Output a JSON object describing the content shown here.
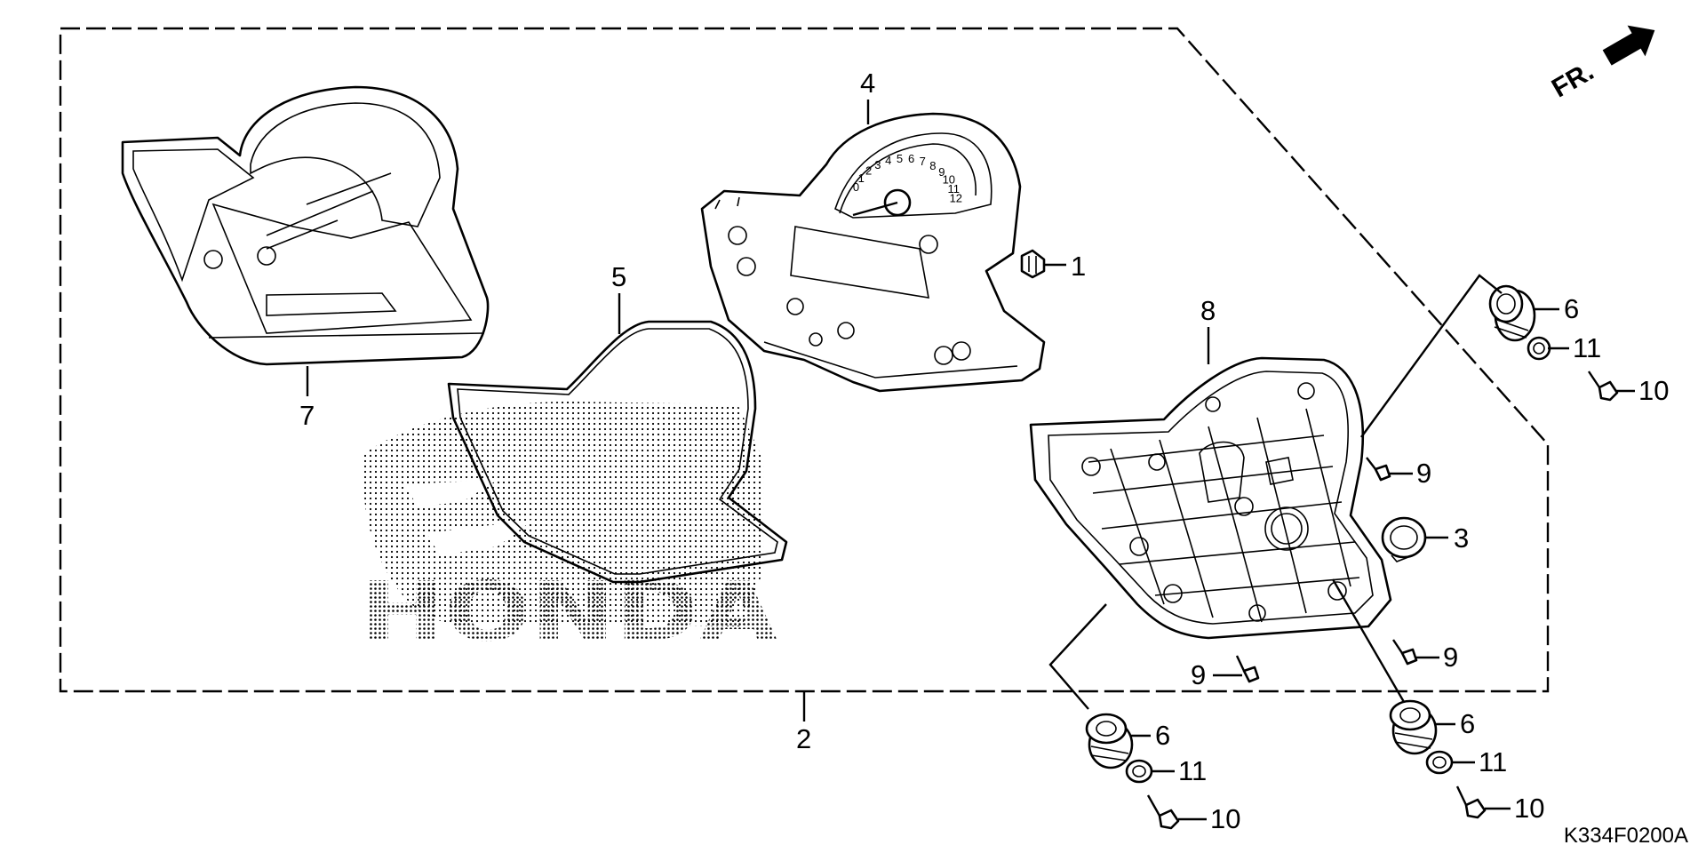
{
  "diagram": {
    "drawing_code": "K334F0200A",
    "direction_arrow": "FR.",
    "watermark": "HONDA",
    "callouts": {
      "p1": "1",
      "p2": "2",
      "p3": "3",
      "p4": "4",
      "p5": "5",
      "p6a": "6",
      "p6b": "6",
      "p6c": "6",
      "p7": "7",
      "p8": "8",
      "p9a": "9",
      "p9b": "9",
      "p9c": "9",
      "p10a": "10",
      "p10b": "10",
      "p10c": "10",
      "p11a": "11",
      "p11b": "11",
      "p11c": "11"
    },
    "gauge_ticks": [
      "0",
      "1",
      "2",
      "3",
      "4",
      "5",
      "6",
      "7",
      "8",
      "9",
      "10",
      "11",
      "12"
    ]
  }
}
